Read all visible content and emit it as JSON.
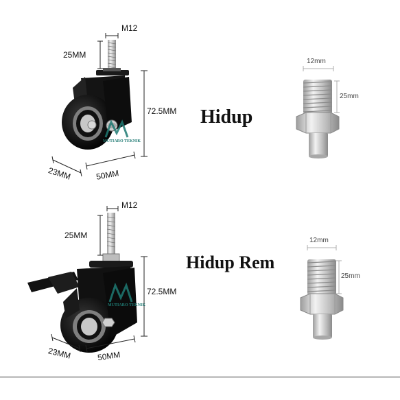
{
  "variants": [
    {
      "title": "Hidup",
      "caster": {
        "thread": "M12",
        "thread_length": "25MM",
        "height": "72.5MM",
        "width": "23MM",
        "wheel": "50MM"
      },
      "bolt": {
        "diameter": "12mm",
        "length": "25mm"
      }
    },
    {
      "title": "Hidup Rem",
      "caster": {
        "thread": "M12",
        "thread_length": "25MM",
        "height": "72.5MM",
        "width": "23MM",
        "wheel": "50MM"
      },
      "bolt": {
        "diameter": "12mm",
        "length": "25mm"
      }
    }
  ],
  "watermark": "MUTIARO TEKNIK",
  "colors": {
    "caster_body": "#111111",
    "wheel_rim": "#9a9a9a",
    "bolt_metal": "#c9c9c9",
    "watermark": "#1f7a73"
  }
}
